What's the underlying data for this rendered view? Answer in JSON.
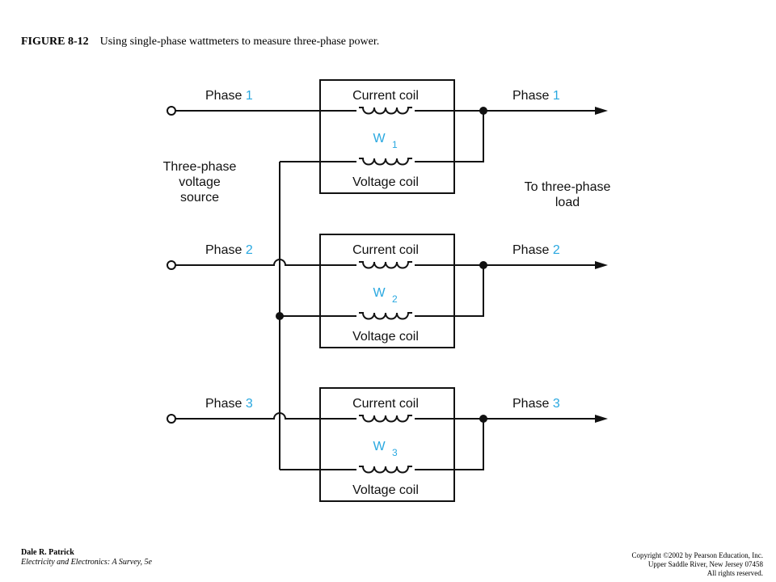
{
  "figure": {
    "number": "FIGURE 8-12",
    "title": "Using single-phase wattmeters to measure three-phase power."
  },
  "diagram": {
    "source_label": [
      "Three-phase",
      "voltage",
      "source"
    ],
    "load_label": [
      "To three-phase",
      "load"
    ],
    "current_coil_label": "Current coil",
    "voltage_coil_label": "Voltage coil",
    "phase_word": "Phase",
    "wattmeter_letter": "W",
    "phases": [
      {
        "phase_number": "1",
        "wattmeter_sub": "1"
      },
      {
        "phase_number": "2",
        "wattmeter_sub": "2"
      },
      {
        "phase_number": "3",
        "wattmeter_sub": "3"
      }
    ],
    "accent_color": "#29a8e0",
    "line_color": "#111111"
  },
  "footer": {
    "author": "Dale R. Patrick",
    "book": "Electricity and Electronics:  A Survey, 5e",
    "copyright": "Copyright ©2002 by Pearson Education, Inc.",
    "address": "Upper Saddle River, New Jersey 07458",
    "rights": "All rights reserved."
  }
}
